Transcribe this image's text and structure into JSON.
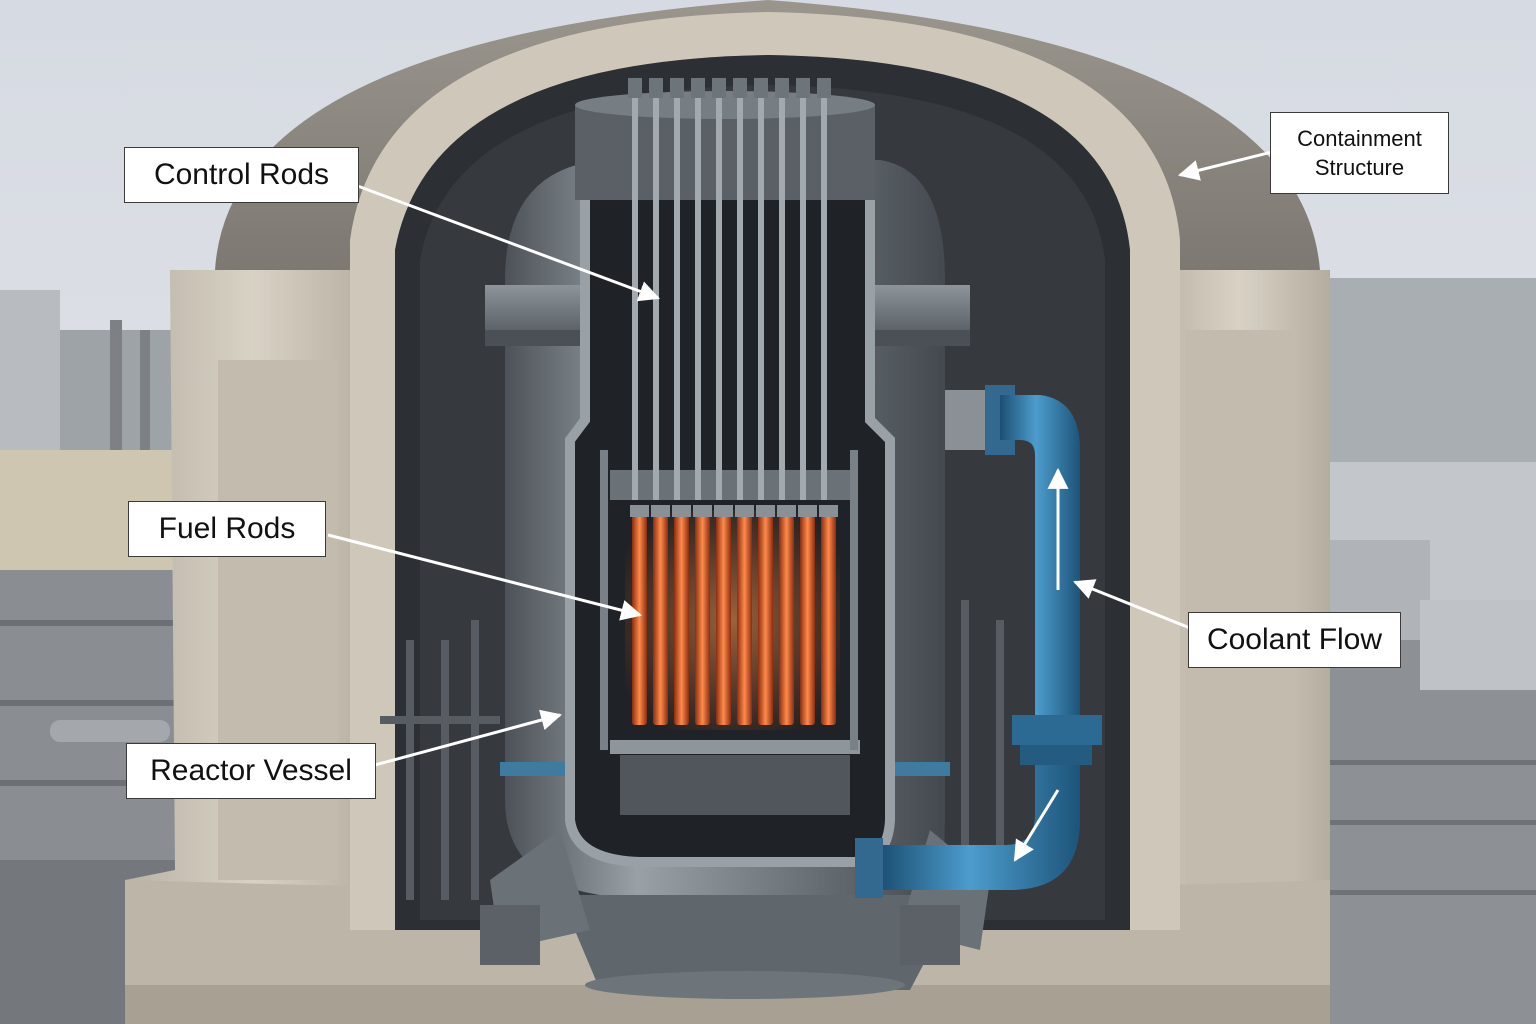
{
  "labels": {
    "control_rods": "Control Rods",
    "fuel_rods": "Fuel Rods",
    "reactor_vessel": "Reactor Vessel",
    "coolant_flow": "Coolant Flow",
    "containment_line1": "Containment",
    "containment_line2": "Structure"
  },
  "colors": {
    "sky": "#d9dde3",
    "concrete": "#c9c2b4",
    "dome": "#8f8b84",
    "steel": "#6f767c",
    "fuel_glow": "#e0642a",
    "coolant_pipe": "#2f78a8",
    "label_border": "#3a3a3a"
  }
}
